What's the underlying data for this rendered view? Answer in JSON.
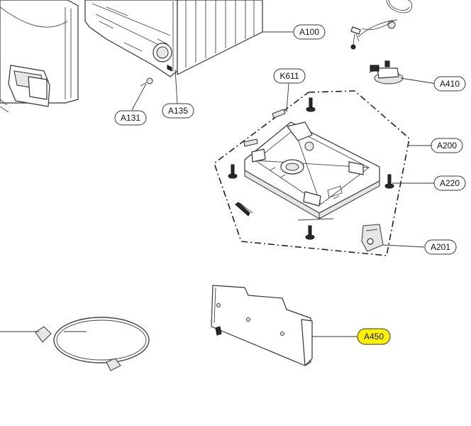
{
  "callouts": {
    "a100": "A100",
    "a131": "A131",
    "a135": "A135",
    "k611": "K611",
    "a410": "A410",
    "a200": "A200",
    "a220": "A220",
    "a201": "A201",
    "a450": "A450"
  },
  "colors": {
    "highlight": "#fff200",
    "line": "#333333"
  }
}
